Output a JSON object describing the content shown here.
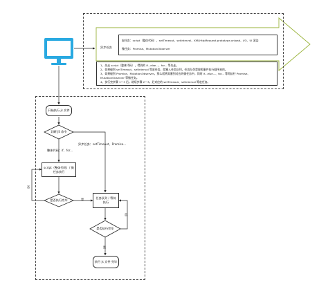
{
  "async_panel": {
    "label": "异步任务",
    "macro_label": "宏任务：",
    "macro_text": "script（整体代码）、setTimeout、setInterval、XMLHttpRequest.prototype.onload、I/O、UI 渲染",
    "micro_label": "微任务：",
    "micro_text": "Promise、MutationObserver"
  },
  "steps": [
    "1、先走 script（整体代码），得到的 if...else...、for... 等先走。",
    "2、如果碰到 setTimeout、setInterval 等宏任务，就塞入任务队列，任务队列是按照事件执行顺序来的。",
    "3、如果碰到 Promise、MutationObserver，那么就将其塞到对应的微任务中，同时 if...else...、for... 等再执行 Promise、",
    "MutationObserver 等微任务。",
    "4、执行完步骤 1～3 后，继续步骤 2～3，后对应的 setTimeout、setInterval 等宏任务。"
  ],
  "flow": {
    "start": "开始执行 js 文件",
    "decision_type": "判断 JS 命令",
    "sync_label": "整体代码：if、for...",
    "async_label": "异步任务：setTimeout、Promise...",
    "script_box": "script（整体代码）/ 微任务执行",
    "decision_done": "是否执行完毕",
    "yes1": "是",
    "no1": "否",
    "queue_box": "任务队列 / 等待执行",
    "decision_done2": "是否执行完毕",
    "no2": "否",
    "yes2": "是",
    "end": "执行 js 文件 完毕"
  },
  "colors": {
    "monitor": "#29a9e1",
    "arrow_outline": "#9ab33a"
  }
}
